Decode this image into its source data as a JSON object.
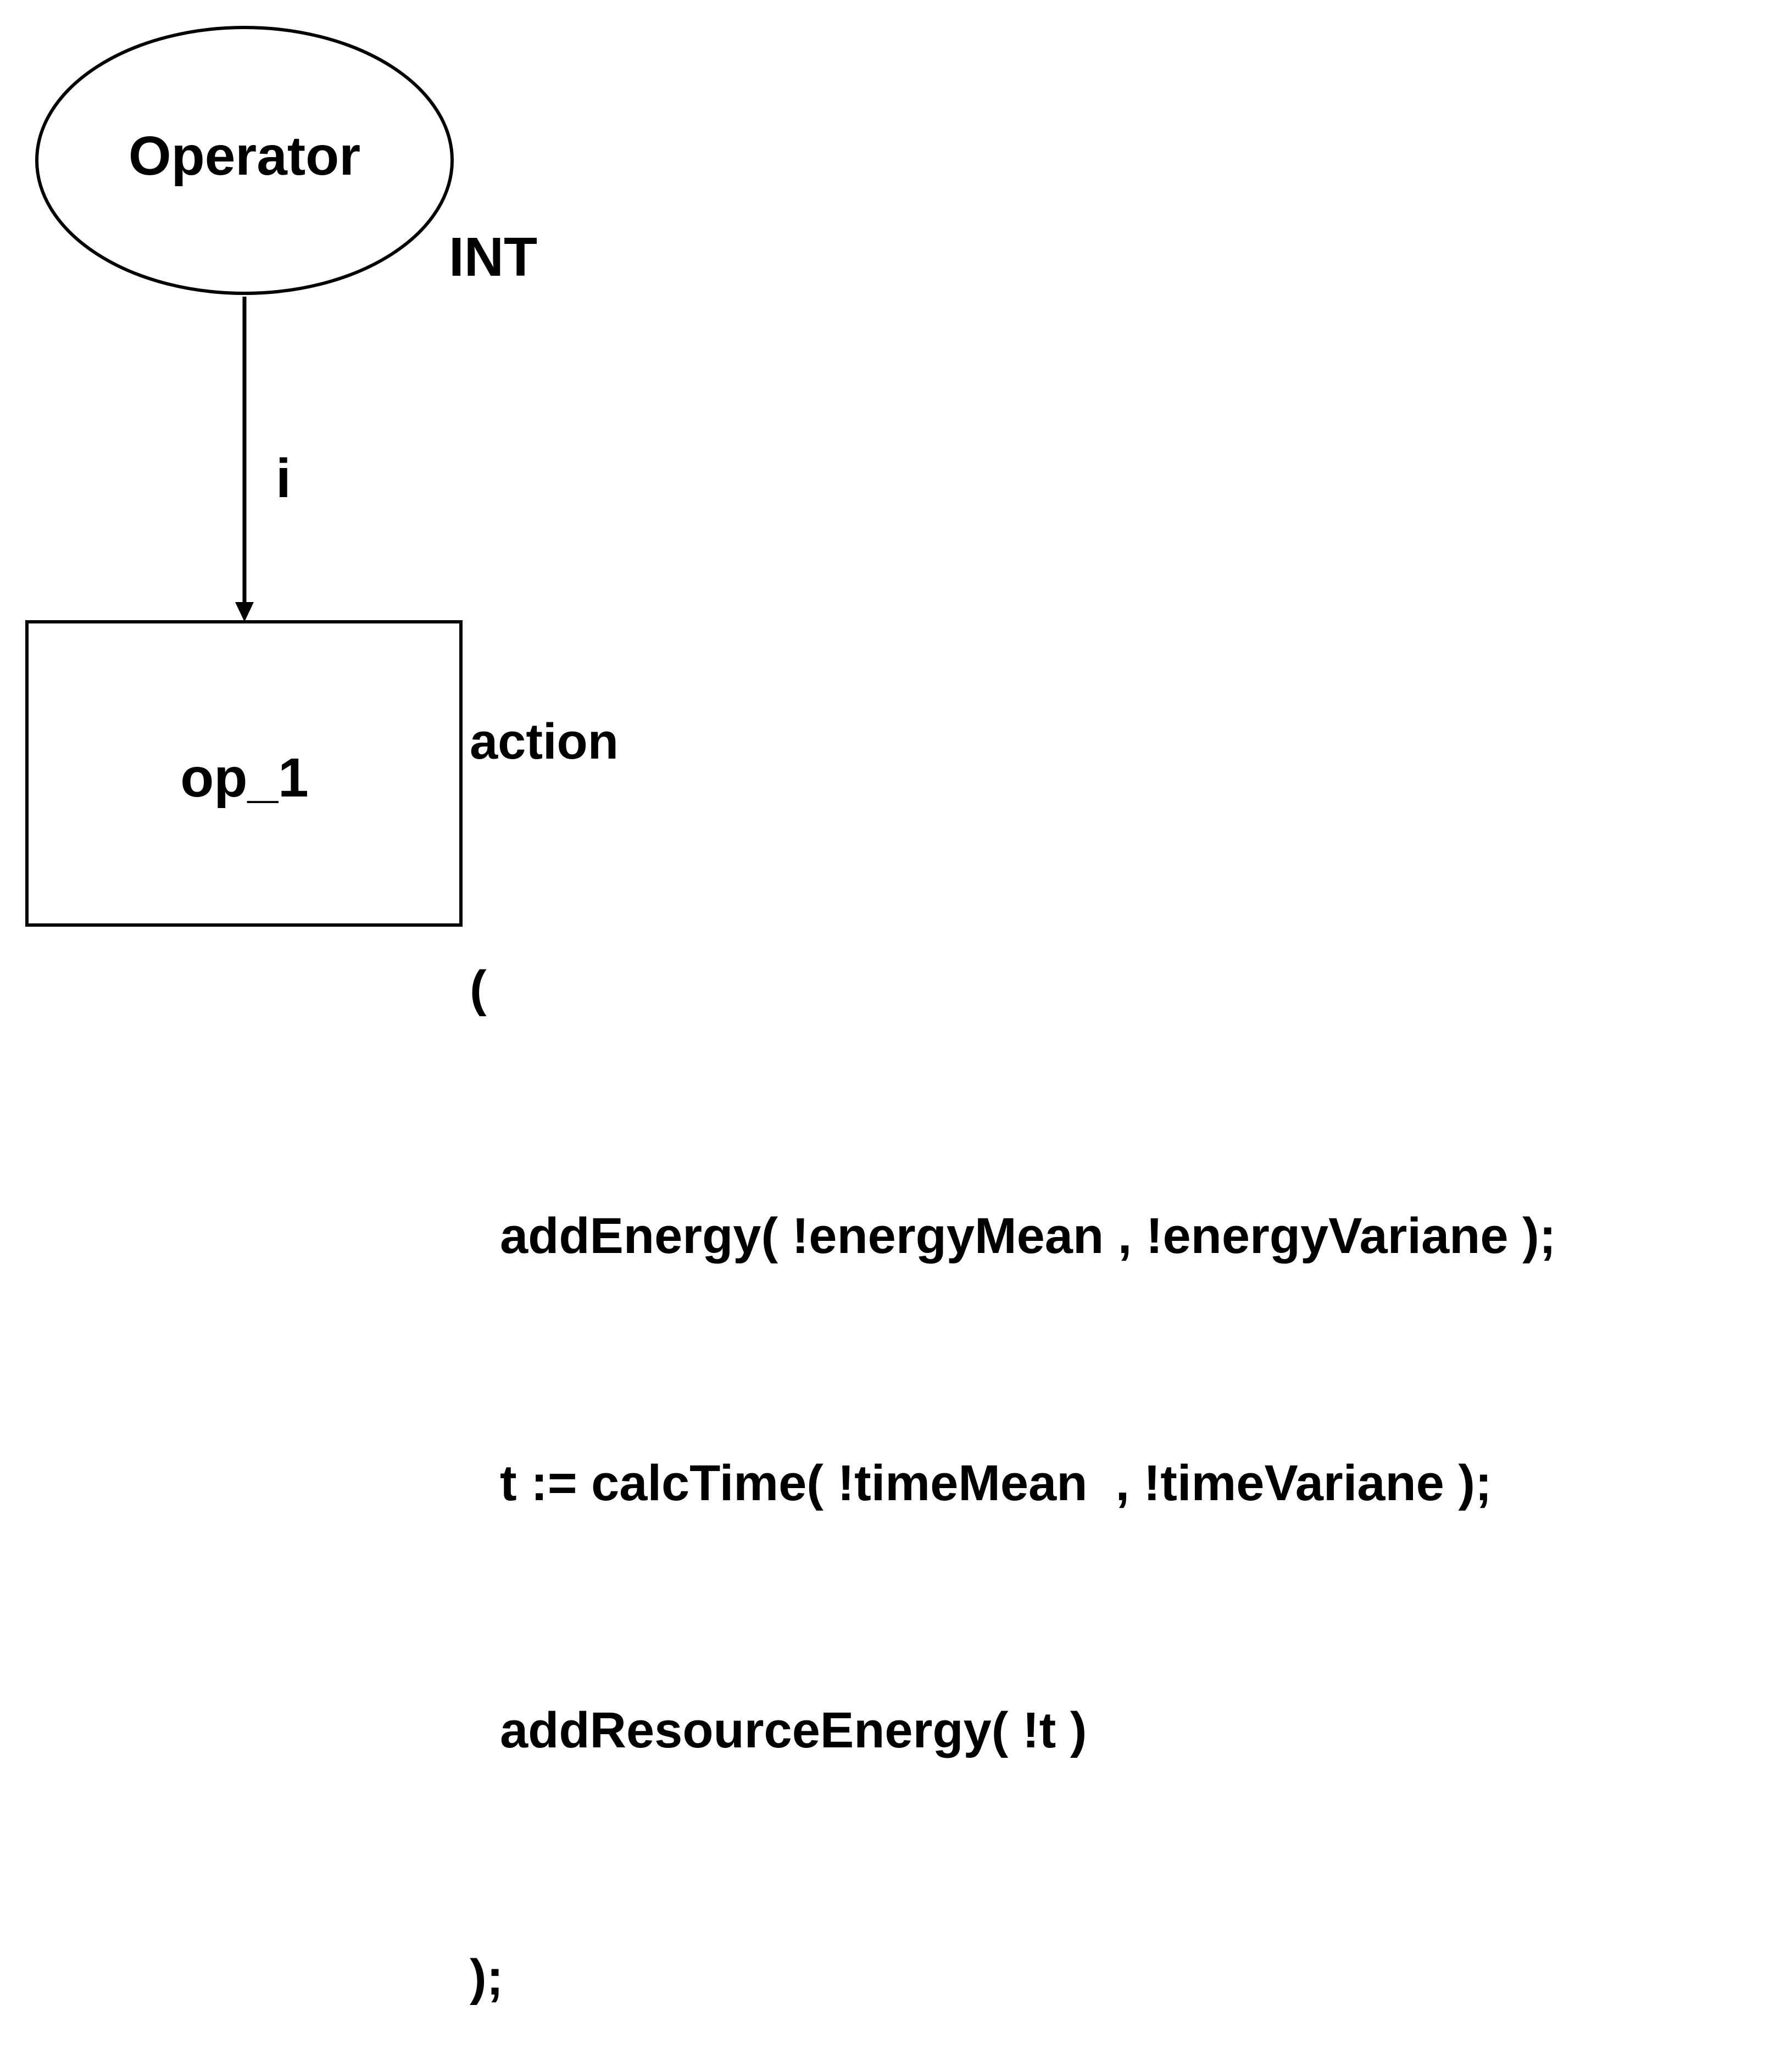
{
  "diagram": {
    "place": {
      "label": "Operator",
      "type_label": "INT"
    },
    "arc": {
      "label": "i"
    },
    "transition": {
      "label": "op_1"
    },
    "action_code": {
      "keyword": "action",
      "open": "(",
      "lines": [
        "addEnergy( !energyMean , !energyVariane );",
        "t := calcTime( !timeMean  , !timeVariane );",
        "addResourceEnergy( !t )"
      ],
      "close": ");"
    }
  }
}
